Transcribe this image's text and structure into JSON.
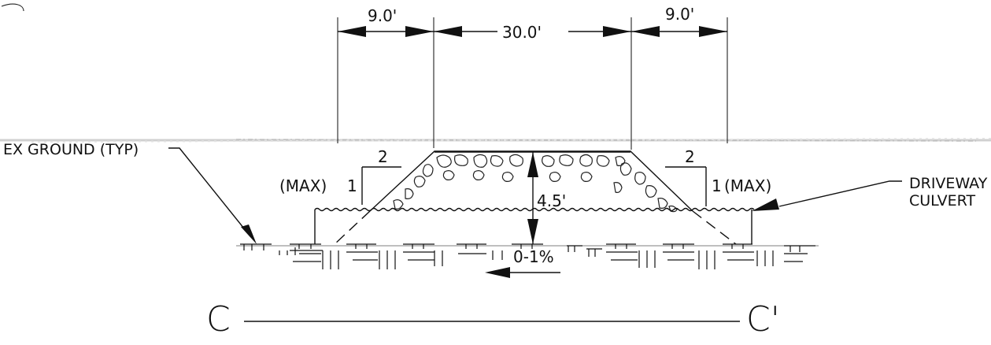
{
  "dimensions": {
    "left_shoulder": "9.0'",
    "top_width": "30.0'",
    "right_shoulder": "9.0'",
    "height": "4.5'"
  },
  "slopes": {
    "left_run": "2",
    "left_rise": "1",
    "left_max": "(MAX)",
    "right_run": "2",
    "right_rise": "1",
    "right_max": "(MAX)"
  },
  "labels": {
    "ex_ground": "EX GROUND (TYP)",
    "culvert_line1": "DRIVEWAY",
    "culvert_line2": "CULVERT",
    "grade": "0-1%"
  },
  "section": {
    "start": "C",
    "end": "C'"
  }
}
